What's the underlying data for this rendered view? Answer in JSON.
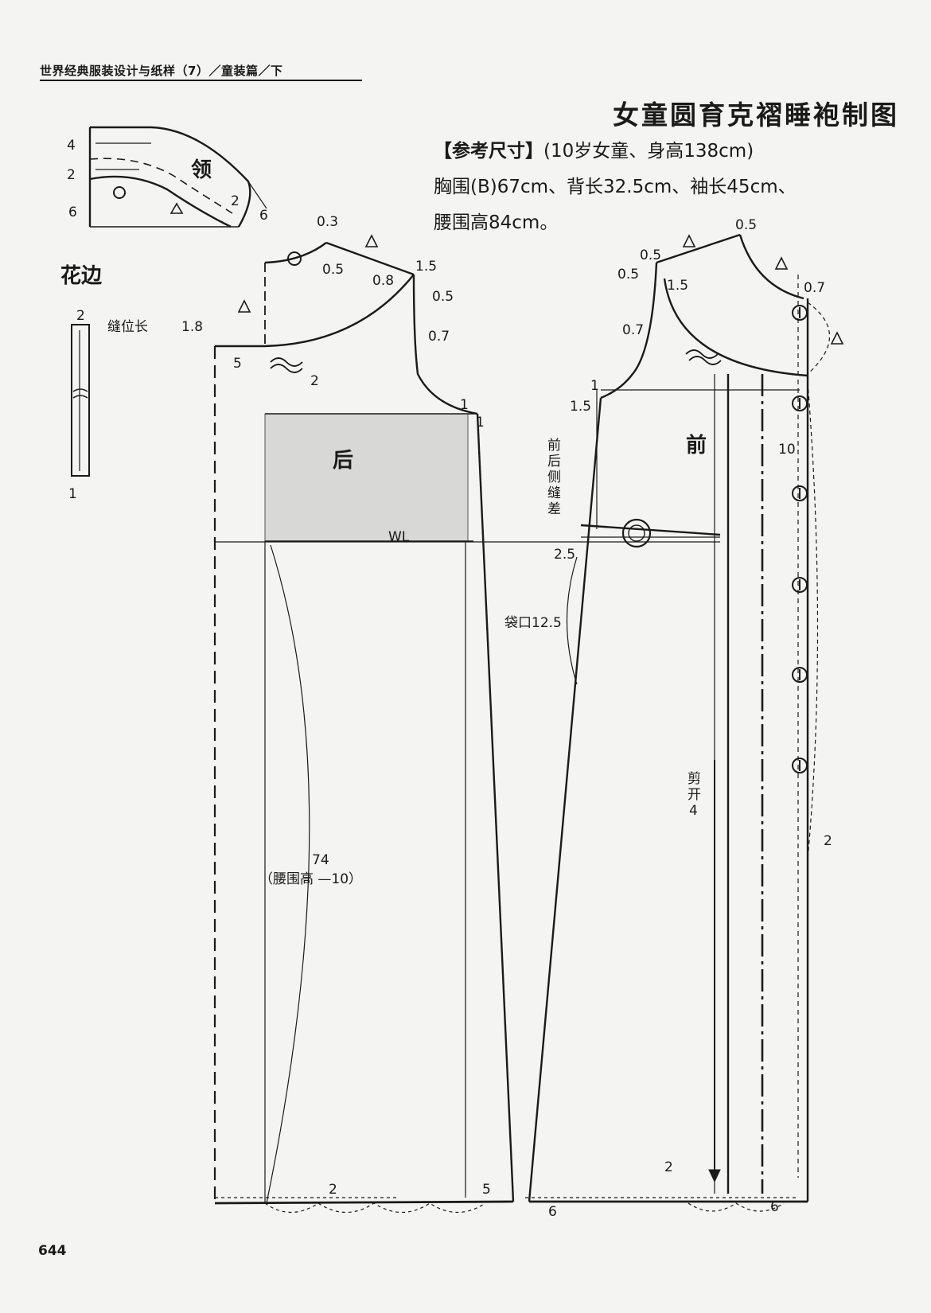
{
  "header": {
    "running_title": "世界经典服装设计与纸样（7）／童装篇／下",
    "page_number": "644"
  },
  "title": "女童圆育克褶睡袍制图",
  "reference": {
    "heading": "【参考尺寸】",
    "subject": "(10岁女童、身高138cm)",
    "line2": "胸围(B)67cm、背长32.5cm、袖长45cm、",
    "line3": "腰围高84cm。"
  },
  "collar": {
    "label": "领",
    "dims": [
      "4",
      "2",
      "6",
      "2",
      "6"
    ]
  },
  "lace": {
    "title": "花边",
    "seam_label": "缝位长",
    "seam_value": "1.8",
    "top_value": "2",
    "bottom_value": "1"
  },
  "back": {
    "label": "后",
    "dims": [
      "0.3",
      "0.5",
      "0.8",
      "1.5",
      "0.5",
      "0.7",
      "5",
      "2",
      "1",
      "1",
      "5",
      "2"
    ],
    "waist_line": "WL",
    "length_value": "74",
    "length_note": "（腰围高 —10）"
  },
  "front": {
    "label": "前",
    "dims": [
      "0.5",
      "0.5",
      "0.5",
      "1.5",
      "0.7",
      "0.7",
      "1",
      "1.5",
      "2.5",
      "10",
      "2",
      "2",
      "6",
      "6"
    ],
    "side_seam_note": [
      "前",
      "后",
      "侧",
      "缝",
      "差"
    ],
    "pocket": "袋口12.5",
    "slit_label": [
      "剪",
      "开",
      "4"
    ]
  }
}
